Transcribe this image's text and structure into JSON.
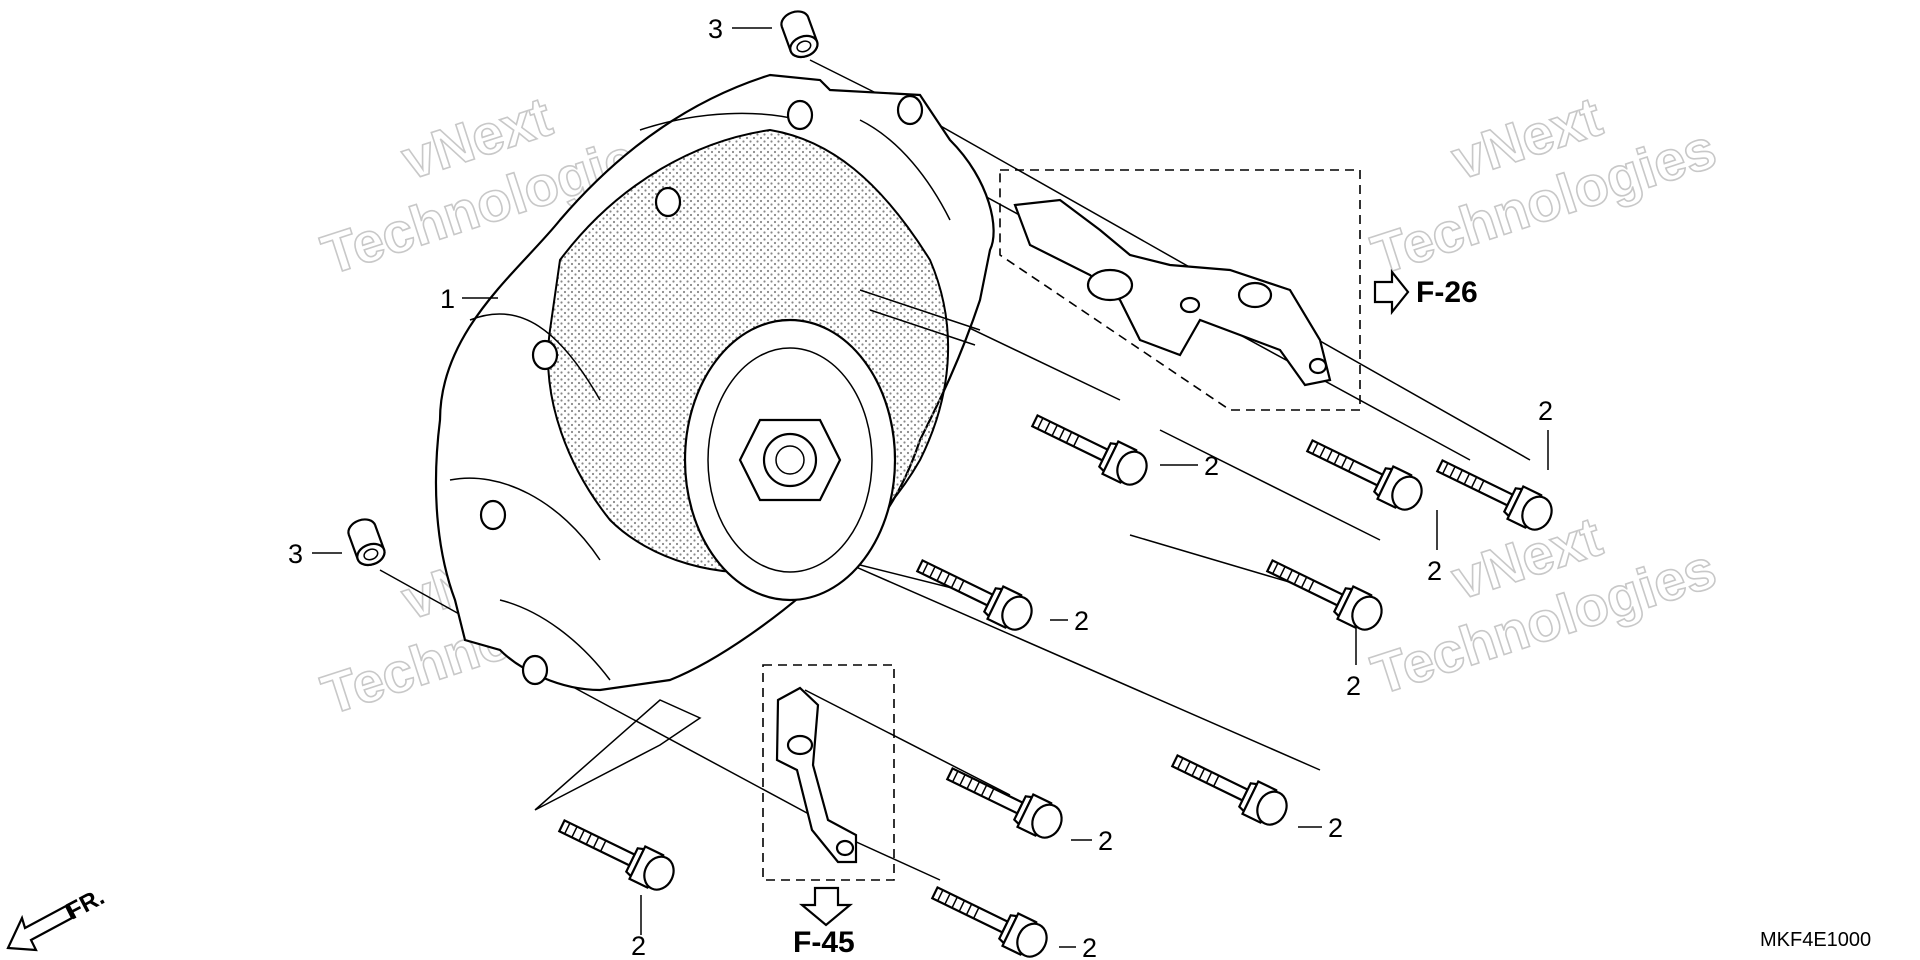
{
  "diagram": {
    "part_code": "MKF4E1000",
    "front_label": "FR.",
    "references": {
      "upper_bracket": "F-26",
      "lower_bracket": "F-45"
    },
    "callouts": {
      "cover": "1",
      "bolt": "2",
      "dowel": "3"
    },
    "watermark": {
      "line1": "vNext",
      "line2": "Technologies"
    }
  }
}
